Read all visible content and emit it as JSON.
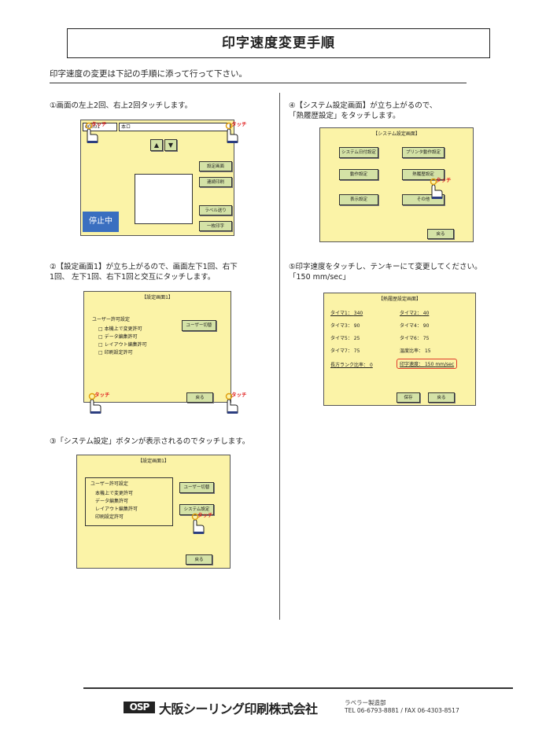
{
  "title": "印字速度変更手順",
  "intro": "印字速度の変更は下記の手順に添って行って下さい。",
  "touch_label": "タッチ",
  "steps": {
    "s1": "①画面の左上2回、右上2回タッチします。",
    "s2_l1": "②【設定画面1】が立ち上がるので、画面左下1回、右下",
    "s2_l2": "1回、 左下1回、右下1回と交互にタッチします。",
    "s3": "③「システム設定」ボタンが表示されるのでタッチします。",
    "s4_l1": "④【システム設定画面】が立ち上がるので、",
    "s4_l2": "「熱履歴設定」をタッチします。",
    "s5_l1": "⑤印字速度をタッチし、テンキーにて変更してください。",
    "s5_l2": "「150 mm/sec」"
  },
  "screen1": {
    "code": "00001",
    "name": "本ロ",
    "btn_settings": "設定画面",
    "btn_continuous": "連続印刷",
    "btn_label": "ラベル送り",
    "btn_single": "一枚印字",
    "status": "停止中"
  },
  "screen2": {
    "header": "【設定画面1】",
    "section": "ユーザー許可設定",
    "items": [
      "□ 本機上で変更許可",
      "□ データ編集許可",
      "□ レイアウト編集許可",
      "□ 印刷設定許可"
    ],
    "btn_user": "ユーザー切替",
    "btn_back": "戻る"
  },
  "screen3": {
    "header": "【設定画面1】",
    "section": "ユーザー許可設定",
    "items": [
      "本機上で変更許可",
      "データ編集許可",
      "レイアウト編集許可",
      "印刷設定許可"
    ],
    "btn_user": "ユーザー切替",
    "btn_system": "システム設定",
    "btn_back": "戻る"
  },
  "screen4": {
    "header": "【システム設定画面】",
    "btns": [
      "システム日付設定",
      "プリンタ動作設定",
      "動作設定",
      "熱履歴設定",
      "表示設定",
      "その他"
    ],
    "btn_back": "戻る"
  },
  "screen5": {
    "header": "【熱履歴設定画面】",
    "rows": [
      [
        "タイマ1：",
        "340",
        "タイマ2：",
        "40"
      ],
      [
        "タイマ3：",
        "90",
        "タイマ4：",
        "90"
      ],
      [
        "タイマ5：",
        "25",
        "タイマ6：",
        "75"
      ],
      [
        "タイマ7：",
        "75",
        "温度比率：",
        "15"
      ]
    ],
    "ranking_label": "長方ランク比率：",
    "ranking_value": "0",
    "speed_label": "印字速度：",
    "speed_value": "150",
    "speed_unit": "mm/sec",
    "btn_save": "保存",
    "btn_back": "戻る"
  },
  "footer": {
    "logo": "OSP",
    "company": "大阪シーリング印刷株式会社",
    "dept": "ラベラー製造部",
    "contact": "TEL 06-6793-8881  /  FAX 06-4303-8517"
  }
}
